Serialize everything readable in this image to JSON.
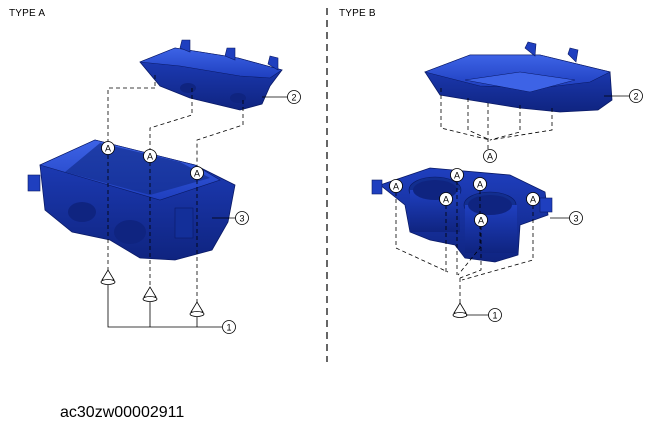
{
  "panels": [
    {
      "title": "TYPE A"
    },
    {
      "title": "TYPE B"
    }
  ],
  "callouts": {
    "fastener_ref": "A",
    "part_1": "1",
    "part_2": "2",
    "part_3": "3"
  },
  "figure_code": "ac30zw00002911",
  "colors": {
    "part_fill": "#1f3fbf",
    "part_dark": "#0f2480",
    "part_light": "#3d63e6",
    "leader": "#000000"
  }
}
